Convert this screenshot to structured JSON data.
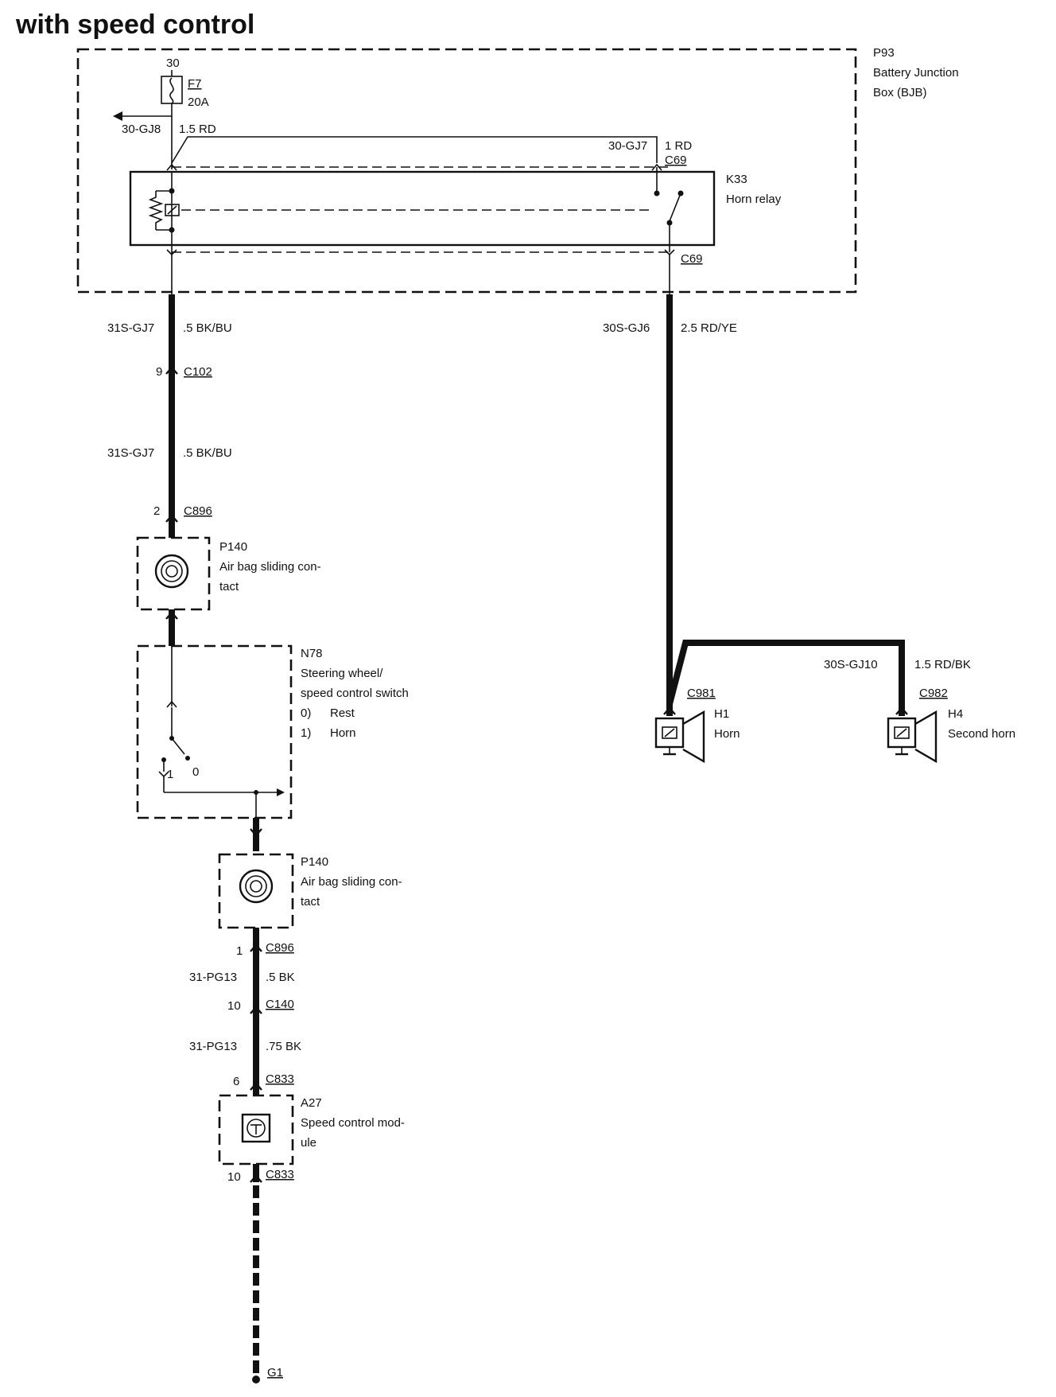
{
  "title": "with speed control",
  "bjb": {
    "id": "P93",
    "name_line1": "Battery Junction",
    "name_line2": "Box (BJB)"
  },
  "fuse": {
    "terminal": "30",
    "id": "F7",
    "rating": "20A"
  },
  "wires": {
    "gj8_circuit": "30-GJ8",
    "gj8_spec": "1.5 RD",
    "gj7_circuit": "30-GJ7",
    "gj7_spec": "1 RD",
    "s_gj7_circuit": "31S-GJ7",
    "s_gj7_spec": ".5 BK/BU",
    "s_gj7b_circuit": "31S-GJ7",
    "s_gj7b_spec": ".5 BK/BU",
    "gj6_circuit": "30S-GJ6",
    "gj6_spec": "2.5 RD/YE",
    "gj10_circuit": "30S-GJ10",
    "gj10_spec": "1.5 RD/BK",
    "pg13_circuit": "31-PG13",
    "pg13_spec": ".5 BK",
    "pg13b_circuit": "31-PG13",
    "pg13b_spec": ".75 BK"
  },
  "relay": {
    "id": "K33",
    "name": "Horn relay",
    "conn_top": "C69",
    "conn_bottom": "C69"
  },
  "connectors": {
    "c102": {
      "name": "C102",
      "pin": "9"
    },
    "c896a": {
      "name": "C896",
      "pin": "2"
    },
    "c896b": {
      "name": "C896",
      "pin": "1"
    },
    "c140": {
      "name": "C140",
      "pin": "10"
    },
    "c833a": {
      "name": "C833",
      "pin": "6"
    },
    "c833b": {
      "name": "C833",
      "pin": "10"
    },
    "c981": {
      "name": "C981"
    },
    "c982": {
      "name": "C982"
    },
    "ground": {
      "name": "G1"
    }
  },
  "airbag_top": {
    "id": "P140",
    "line1": "Air bag sliding con-",
    "line2": "tact"
  },
  "airbag_bottom": {
    "id": "P140",
    "line1": "Air bag sliding con-",
    "line2": "tact"
  },
  "switch": {
    "id": "N78",
    "line1": "Steering wheel/",
    "line2": "speed control switch",
    "pos0_num": "0)",
    "pos0_label": "Rest",
    "pos1_num": "1)",
    "pos1_label": "Horn",
    "contact1": "1",
    "contact0": "0"
  },
  "module": {
    "id": "A27",
    "line1": "Speed control mod-",
    "line2": "ule"
  },
  "horn1": {
    "id": "H1",
    "name": "Horn"
  },
  "horn2": {
    "id": "H4",
    "name": "Second horn"
  }
}
